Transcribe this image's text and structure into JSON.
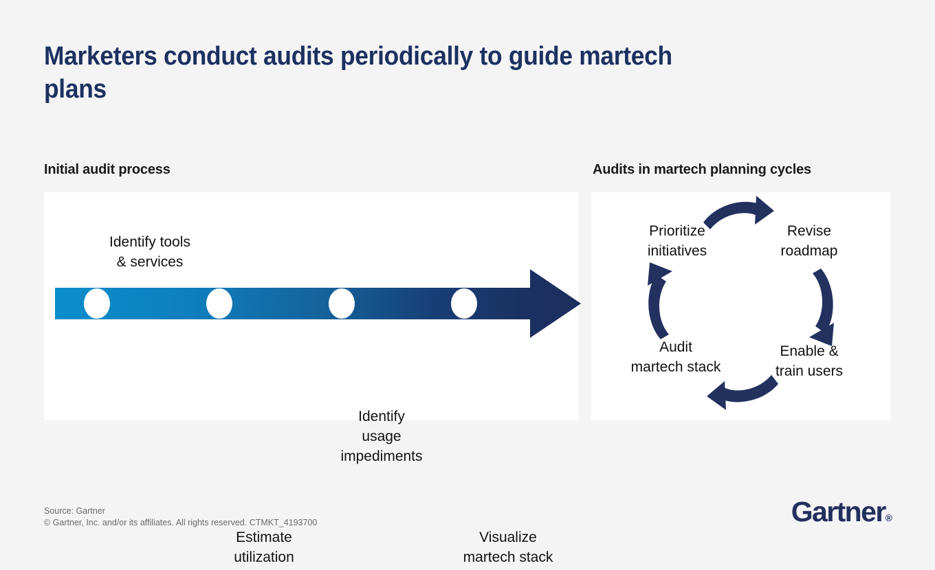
{
  "title": "Marketers conduct audits periodically to guide martech plans",
  "colors": {
    "background": "#f4f4f5",
    "panel": "#ffffff",
    "title_navy": "#1c3160",
    "arrow_gradient_start": "#0b8ecb",
    "arrow_gradient_end": "#1b2f5e",
    "cycle_arrow": "#23315f",
    "footer_text": "#6b6b6b"
  },
  "left_section": {
    "heading": "Initial audit process",
    "steps": [
      {
        "label": "Identify tools\n& services",
        "position": "above"
      },
      {
        "label": "Estimate\nutilization",
        "position": "below"
      },
      {
        "label": "Identify\nusage\nimpediments",
        "position": "above"
      },
      {
        "label": "Visualize\nmartech stack",
        "position": "below"
      }
    ]
  },
  "right_section": {
    "heading": "Audits in martech planning cycles",
    "cycle_steps": [
      {
        "label": "Prioritize\ninitiatives"
      },
      {
        "label": "Revise\nroadmap"
      },
      {
        "label": "Enable &\ntrain users"
      },
      {
        "label": "Audit\nmartech stack"
      }
    ]
  },
  "footer": {
    "source": "Source: Gartner",
    "copyright": "© Gartner, Inc. and/or its affiliates. All rights reserved. CTMKT_4193700",
    "logo_text": "Gartner",
    "logo_mark": "®"
  }
}
